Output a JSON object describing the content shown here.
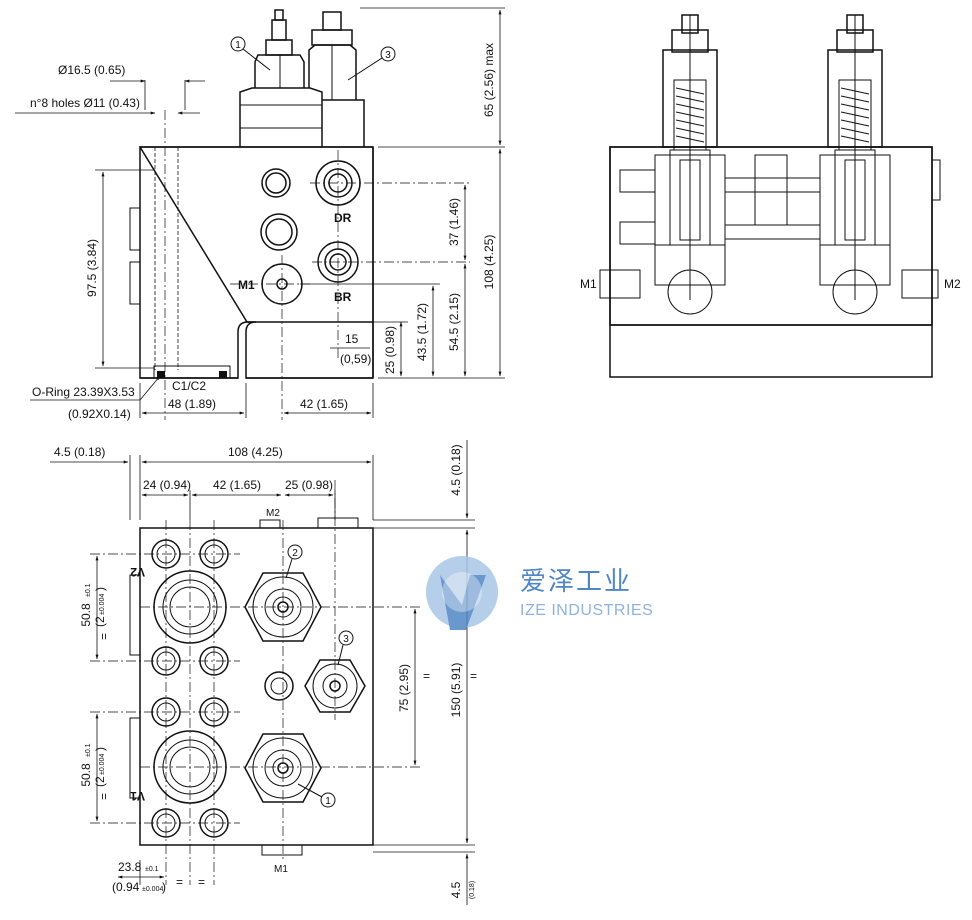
{
  "front_view": {
    "dim_d16": "Ø16.5 (0.65)",
    "dim_holes": "n°8 holes Ø11 (0.43)",
    "dim_height_max": "65 (2.56) max",
    "dim_975": "97.5 (3.84)",
    "dim_108": "108 (4.25)",
    "dim_37": "37 (1.46)",
    "dim_545": "54.5 (2.15)",
    "dim_435": "43.5 (1.72)",
    "dim_25": "25 (0.98)",
    "dim_15a": "15",
    "dim_15b": "(0,59)",
    "dim_48": "48 (1.89)",
    "dim_42": "42 (1.65)",
    "oring_a": "O-Ring 23.39X3.53",
    "oring_b": "(0.92X0.14)",
    "port_c1c2": "C1/C2",
    "port_dr": "DR",
    "port_br": "BR",
    "port_m1": "M1",
    "callout_1": "1",
    "callout_3": "3"
  },
  "section_view": {
    "port_m1": "M1",
    "port_m2": "M2"
  },
  "top_view": {
    "dim_45_left": "4.5 (0.18)",
    "dim_108": "108 (4.25)",
    "dim_24": "24 (0.94)",
    "dim_42": "42 (1.65)",
    "dim_25": "25 (0.98)",
    "dim_45_top": "4.5 (0.18)",
    "dim_508_a": "50.8",
    "dim_508_a_tol": "±0.1",
    "dim_508_a_imp": "(2",
    "dim_508_a_imp_tol": "±0.004",
    "dim_508_a_close": ")",
    "dim_508_b": "50.8",
    "dim_508_b_tol": "±0.1",
    "dim_508_b_imp": "(2",
    "dim_508_b_imp_tol": "±0.004",
    "dim_508_b_close": ")",
    "dim_75": "75 (2.95)",
    "dim_150": "150 (5.91)",
    "dim_238": "23.8",
    "dim_238_tol": "±0.1",
    "dim_094": "(0.94",
    "dim_094_tol": "±0.004",
    "dim_094_close": ")",
    "dim_45_bottom_a": "4.5",
    "dim_45_bottom_b": "(0.18)",
    "eq": "=",
    "port_m2": "M2",
    "port_m1": "M1",
    "port_v2": "V2",
    "port_v1": "V1",
    "callout_1": "1",
    "callout_2": "2",
    "callout_3": "3"
  },
  "watermark": {
    "cn": "爱泽工业",
    "en": "IZE INDUSTRIES",
    "color_main": "#4f86c6",
    "color_light": "#a9c6e6"
  }
}
